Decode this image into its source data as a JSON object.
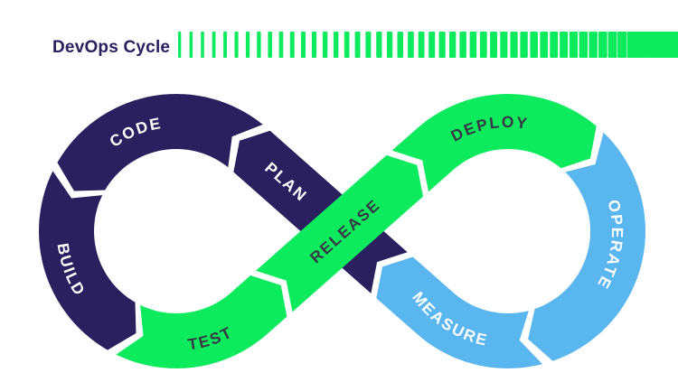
{
  "header": {
    "title": "DevOps Cycle"
  },
  "diagram": {
    "segments": [
      {
        "id": "plan",
        "label": "PLAN",
        "color": "navy",
        "text_color": "white"
      },
      {
        "id": "code",
        "label": "CODE",
        "color": "navy",
        "text_color": "white"
      },
      {
        "id": "build",
        "label": "BUILD",
        "color": "navy",
        "text_color": "white"
      },
      {
        "id": "test",
        "label": "TEST",
        "color": "green",
        "text_color": "dark"
      },
      {
        "id": "release",
        "label": "RELEASE",
        "color": "green",
        "text_color": "dark"
      },
      {
        "id": "deploy",
        "label": "DEPLOY",
        "color": "green",
        "text_color": "dark"
      },
      {
        "id": "operate",
        "label": "OPERATE",
        "color": "blue",
        "text_color": "white"
      },
      {
        "id": "measure",
        "label": "MEASURE",
        "color": "blue",
        "text_color": "white"
      }
    ]
  },
  "colors": {
    "navy": "#2a2060",
    "green": "#0cea5e",
    "blue": "#5ab6ef",
    "dark": "#363844",
    "white": "#ffffff",
    "background": "#ffffff"
  }
}
